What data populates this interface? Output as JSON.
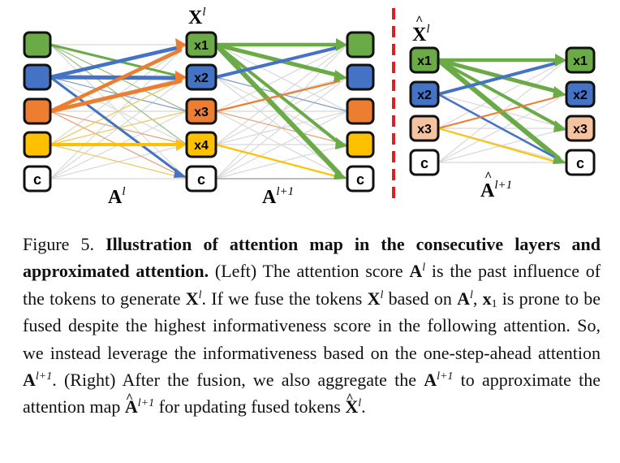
{
  "figure": {
    "left_panel": {
      "top_label": {
        "base": "X",
        "sup": "l"
      },
      "bottom_label_1": {
        "base": "A",
        "sup": "l"
      },
      "bottom_label_2": {
        "base": "A",
        "sup": "l+1"
      },
      "nodes_col1": [
        "",
        "",
        "",
        "",
        "c"
      ],
      "nodes_col2": [
        "x1",
        "x2",
        "x3",
        "x4",
        "c"
      ],
      "nodes_col3": [
        "",
        "",
        "",
        "",
        "c"
      ]
    },
    "right_panel": {
      "top_label": {
        "base": "X",
        "sup": "l"
      },
      "bottom_label": {
        "base": "A",
        "sup": "l+1"
      },
      "nodes_col1": [
        "x1",
        "x2",
        "x3",
        "c"
      ],
      "nodes_col2": [
        "x1",
        "x2",
        "x3",
        "c"
      ]
    },
    "colors": {
      "green": "#6aab47",
      "blue": "#4472c4",
      "orange": "#ed7d31",
      "yellow": "#ffc000",
      "light_blue": "#a8bde6",
      "light_orange": "#f5c3a0",
      "divider": "#e02020"
    }
  },
  "caption": {
    "fig_label": "Figure 5.",
    "bold_title": "Illustration of attention map in the consecutive layers and approximated attention.",
    "p1": "(Left) The attention score",
    "p2": "is the past influence of the tokens to generate",
    "p3": ". If we fuse the tokens",
    "p4": "based on",
    "p5": ",",
    "p6": "is prone to be fused despite the highest informativeness score in the following attention. So, we instead leverage the informativeness based on the one-step-ahead attention",
    "p7": ". (Right) After the fusion, we also aggregate the",
    "p8": "to approximate the attention map",
    "p9": "for updating fused tokens",
    "p10": ".",
    "sym_A": "A",
    "sym_X": "X",
    "sym_x": "x",
    "sup_l": "l",
    "sup_l1": "l+1",
    "sub_1": "1",
    "hat": "^"
  }
}
